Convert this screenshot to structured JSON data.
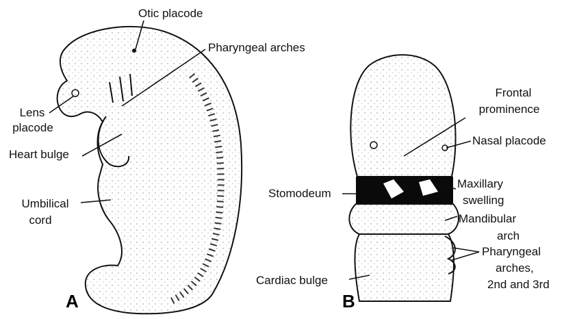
{
  "panel_a": {
    "letter": "A",
    "labels": {
      "otic_placode": "Otic placode",
      "pharyngeal_arches": "Pharyngeal arches",
      "lens_placode_1": "Lens",
      "lens_placode_2": "placode",
      "heart_bulge": "Heart bulge",
      "umbilical_cord_1": "Umbilical",
      "umbilical_cord_2": "cord"
    }
  },
  "panel_b": {
    "letter": "B",
    "labels": {
      "frontal_prominence_1": "Frontal",
      "frontal_prominence_2": "prominence",
      "nasal_placode": "Nasal placode",
      "stomodeum": "Stomodeum",
      "maxillary_swelling_1": "Maxillary",
      "maxillary_swelling_2": "swelling",
      "mandibular_arch_1": "Mandibular",
      "mandibular_arch_2": "arch",
      "pharyngeal_arches_1": "Pharyngeal",
      "pharyngeal_arches_2": "arches,",
      "pharyngeal_arches_3": "2nd and 3rd",
      "cardiac_bulge": "Cardiac bulge"
    }
  }
}
